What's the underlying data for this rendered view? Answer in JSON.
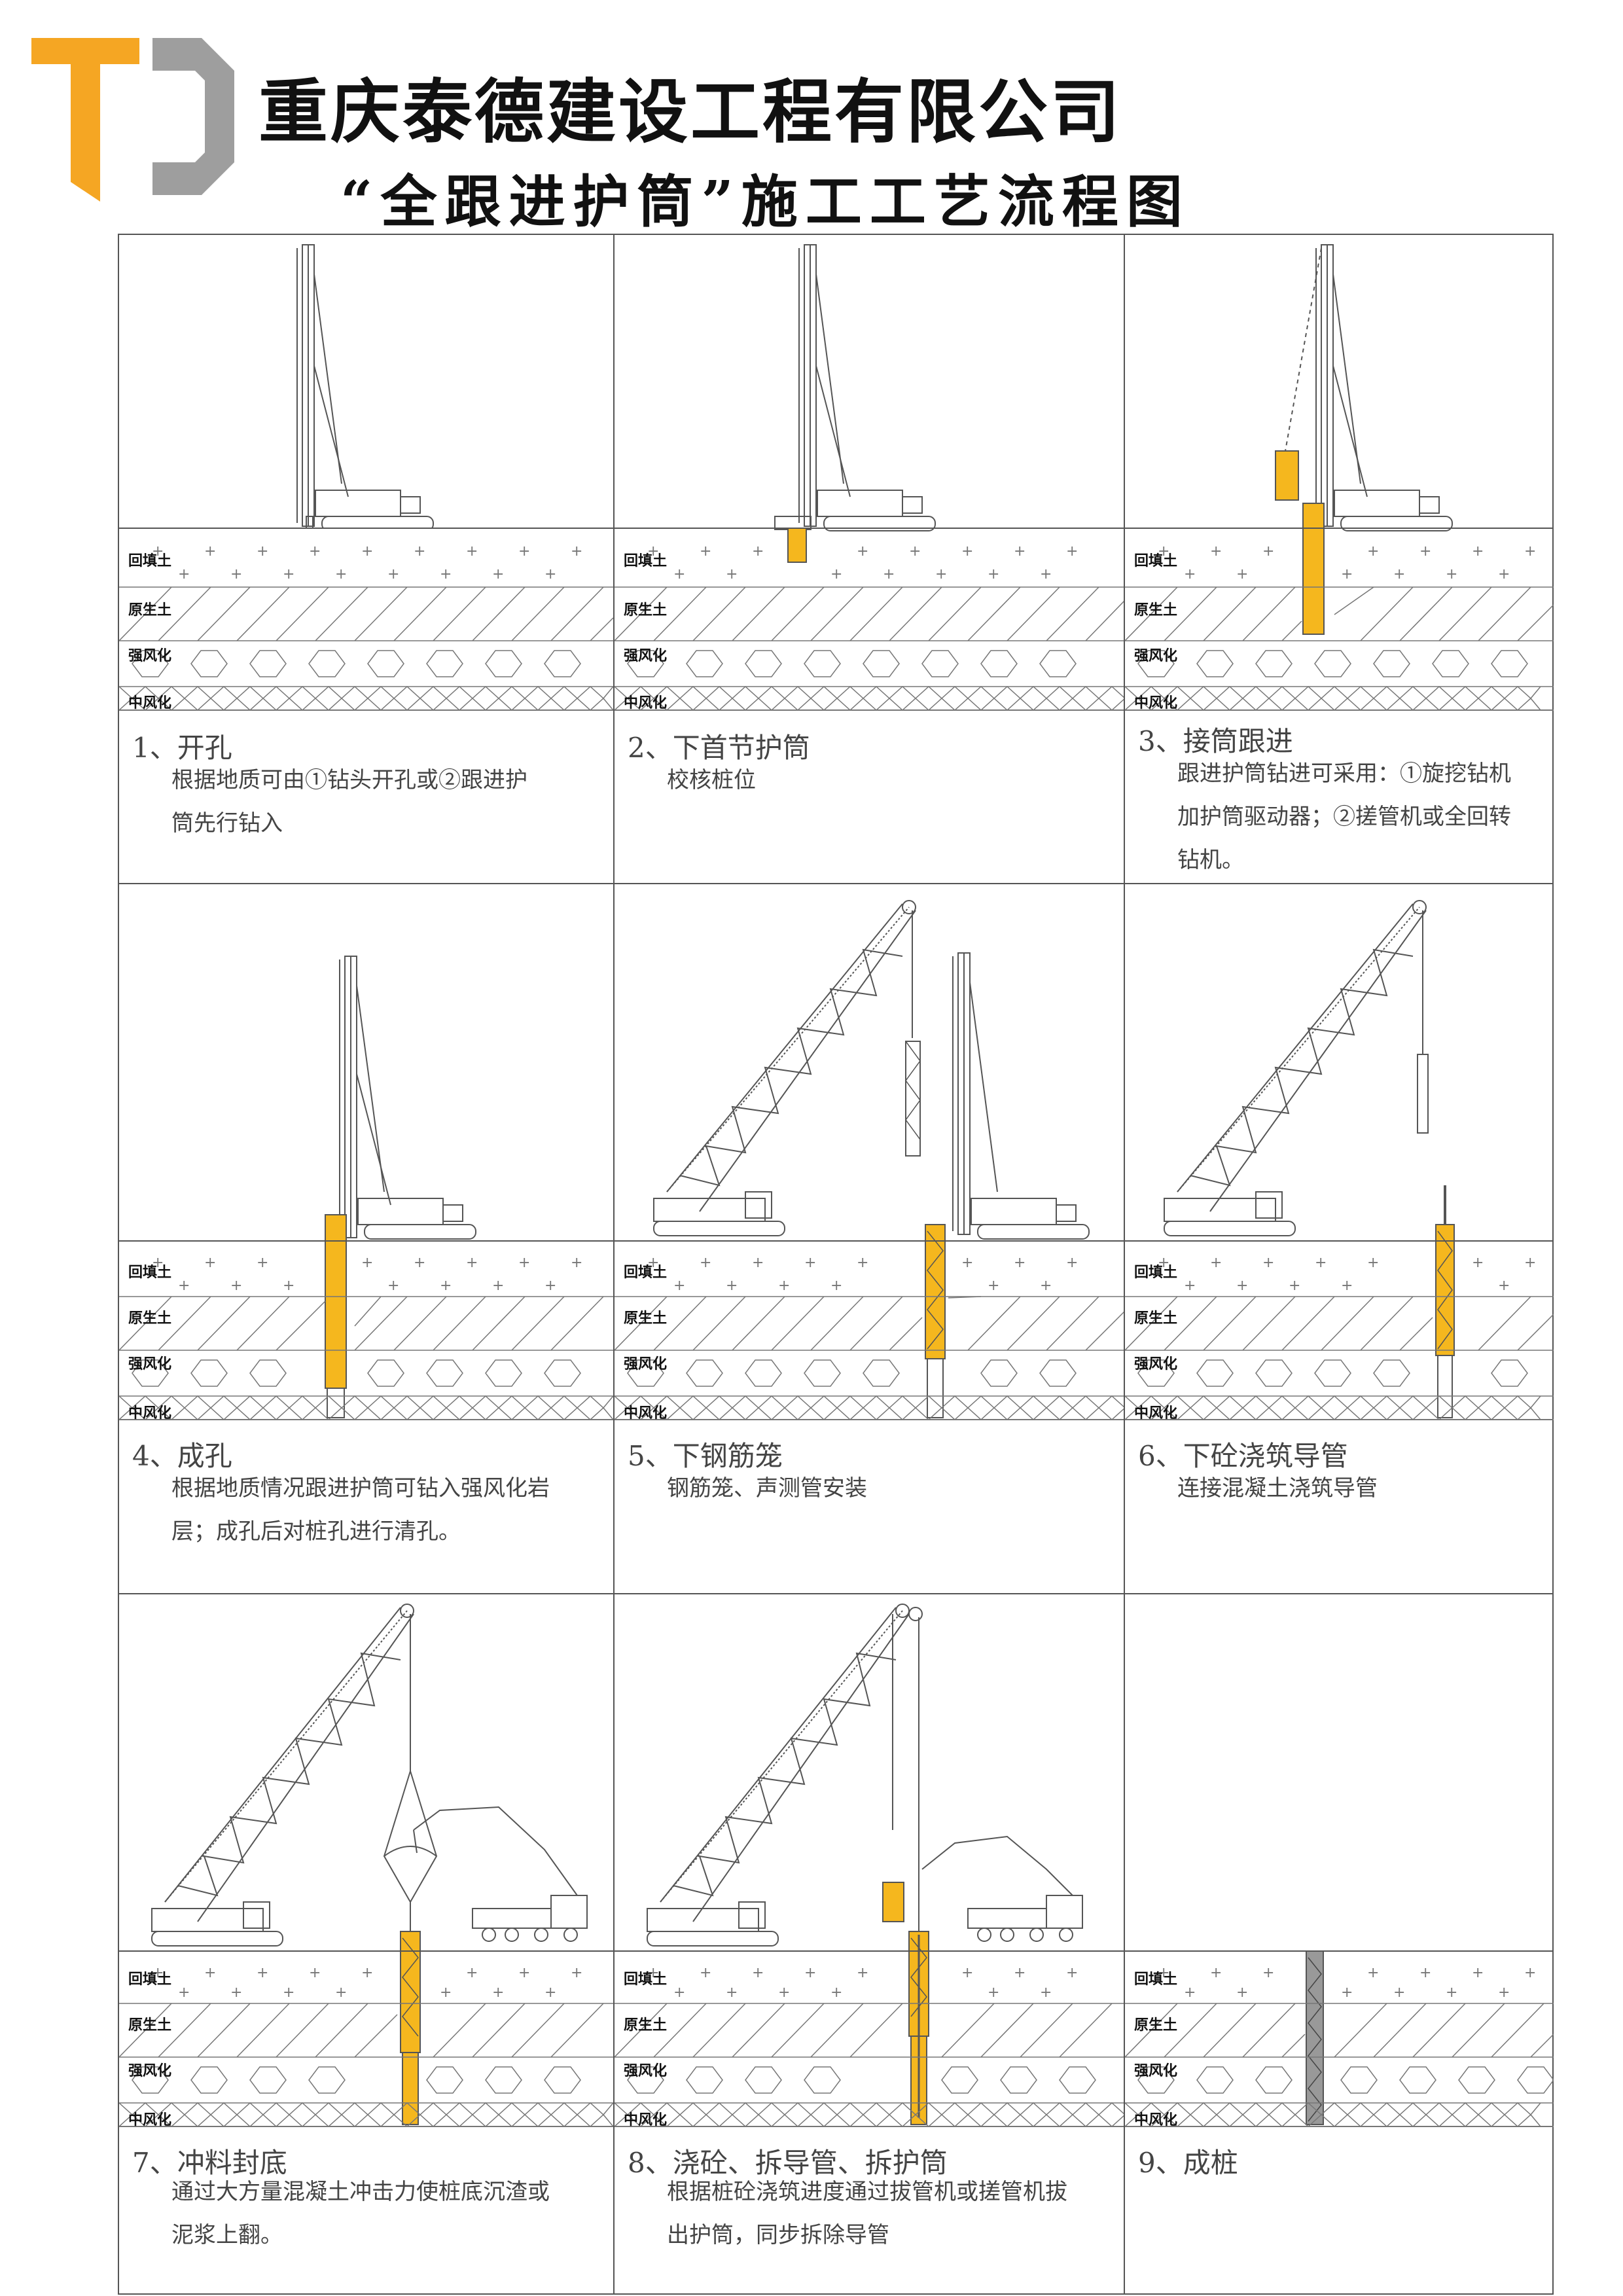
{
  "header": {
    "company": "重庆泰德建设工程有限公司",
    "title": "“全跟进护筒”施工工艺流程图"
  },
  "colors": {
    "logo_orange": "#F5A623",
    "logo_gray": "#9E9E9E",
    "casing": "#F5B71E",
    "line": "#555555"
  },
  "layers": [
    "回填土",
    "原生土",
    "强风化",
    "中风化"
  ],
  "steps": [
    {
      "title": "1、开孔",
      "desc": "根据地质可由①钻头开孔或②跟进护筒先行钻入"
    },
    {
      "title": "2、下首节护筒",
      "desc": "校核桩位"
    },
    {
      "title": "3、接筒跟进",
      "desc": "跟进护筒钻进可采用：①旋挖钻机加护筒驱动器；②搓管机或全回转钻机。"
    },
    {
      "title": "4、成孔",
      "desc": "根据地质情况跟进护筒可钻入强风化岩层；成孔后对桩孔进行清孔。"
    },
    {
      "title": "5、下钢筋笼",
      "desc": "钢筋笼、声测管安装"
    },
    {
      "title": "6、下砼浇筑导管",
      "desc": "连接混凝土浇筑导管"
    },
    {
      "title": "7、冲料封底",
      "desc": "通过大方量混凝土冲击力使桩底沉渣或泥浆上翻。"
    },
    {
      "title": "8、浇砼、拆导管、拆护筒",
      "desc": "根据桩砼浇筑进度通过拔管机或搓管机拔出护筒，同步拆除导管"
    },
    {
      "title": "9、成桩",
      "desc": ""
    }
  ]
}
